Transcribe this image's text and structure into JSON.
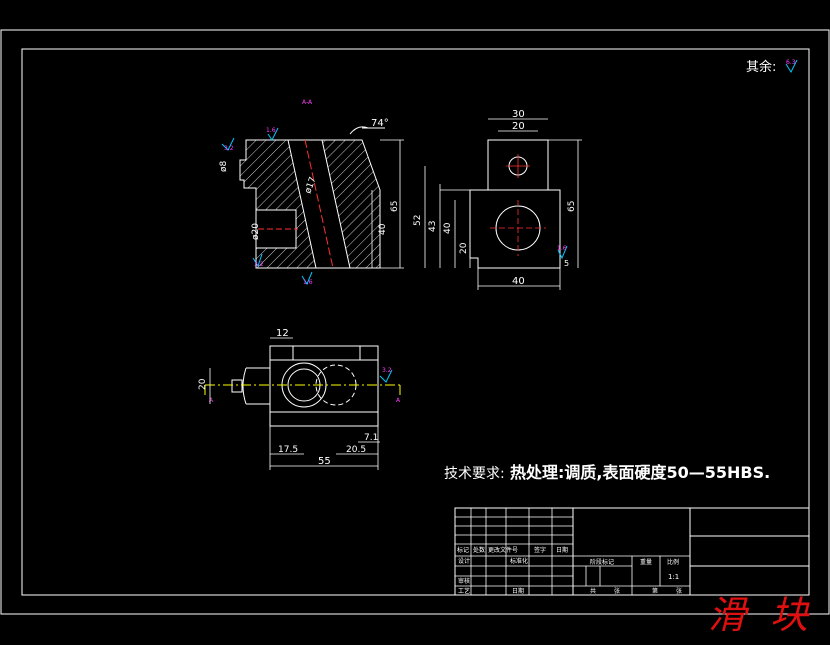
{
  "drawing": {
    "roughness_note": "其余:",
    "roughness_note_value": "6.3",
    "section_label": "A-A",
    "section_mark": "A",
    "views": {
      "section": {
        "angle": "74°",
        "roughness": [
          "1.6",
          "3.2",
          "3.2",
          "1.6"
        ],
        "dims": {
          "d17": "ø17",
          "d20": "ø20",
          "d8": "ø8",
          "h40": "40",
          "h65": "65"
        }
      },
      "side": {
        "dims": {
          "w30": "30",
          "w20": "20",
          "h52": "52",
          "h43": "43",
          "h40": "40",
          "h20": "20",
          "h65": "65",
          "w40": "40",
          "h5": "5"
        },
        "roughness": [
          "1.6"
        ]
      },
      "top": {
        "dims": {
          "w12": "12",
          "h20": "20",
          "w17_5": "17.5",
          "w20_5": "20.5",
          "w7_1": "7.1",
          "w55": "55"
        },
        "roughness": [
          "3.2"
        ]
      }
    },
    "tech_requirement": {
      "prefix": "技术要求:",
      "main": "热处理:调质,表面硬度50—55HBS."
    }
  },
  "title_block": {
    "headers": [
      "标记",
      "处数",
      "更改文件号",
      "签字",
      "日期"
    ],
    "rows": [
      [
        "设计",
        "",
        "标准化",
        ""
      ],
      [
        "审核",
        "",
        "",
        ""
      ],
      [
        "工艺",
        "",
        "日期",
        ""
      ]
    ],
    "stage_header": "阶段标记",
    "weight_header": "重量",
    "scale_header": "比例",
    "scale_value": "1:1",
    "sheets": [
      "共",
      "张",
      "第",
      "张"
    ]
  },
  "watermark": "滑块",
  "colors": {
    "line": "#ffffff",
    "cut": "#ff3030",
    "section": "#ffff00",
    "roughness": "#00c8ff",
    "value": "#ff40ff",
    "watermark": "#e01010"
  }
}
